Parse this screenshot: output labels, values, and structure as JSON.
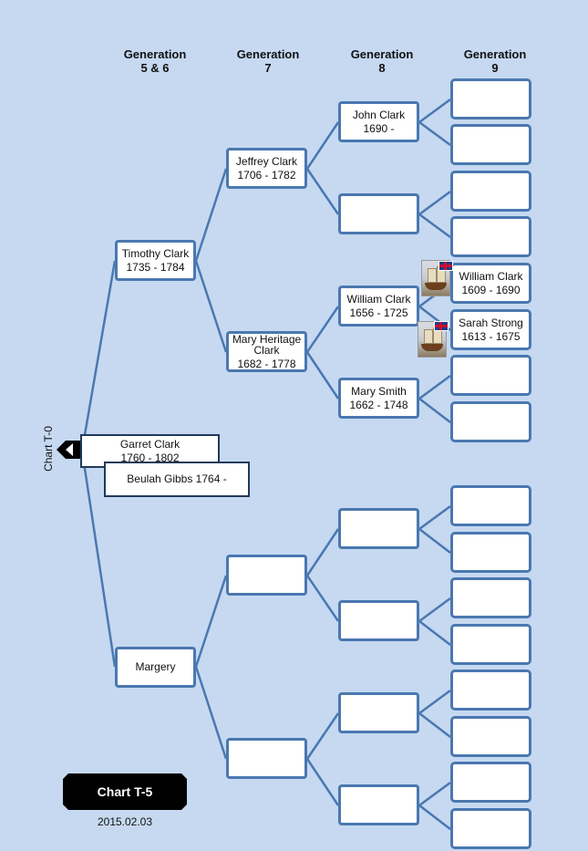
{
  "headers": [
    "Generation\n5 & 6",
    "Generation\n7",
    "Generation\n8",
    "Generation\n9"
  ],
  "root": {
    "name": "Garret  Clark",
    "years": "1760  - 1802"
  },
  "spouse": "Beulah Gibbs 1764 -",
  "side_label": "Chart T-0",
  "gen6": [
    {
      "name": "Timothy Clark",
      "years": "1735 - 1784"
    },
    {
      "name": "Margery",
      "years": ""
    }
  ],
  "gen7": [
    {
      "name": "Jeffrey Clark",
      "years": "1706 - 1782"
    },
    {
      "name": "Mary Heritage Clark",
      "years": "1682 - 1778"
    },
    {
      "name": "",
      "years": ""
    },
    {
      "name": "",
      "years": ""
    }
  ],
  "gen8": [
    {
      "name": "John Clark",
      "years": "1690 -"
    },
    {
      "name": "",
      "years": ""
    },
    {
      "name": "William Clark",
      "years": "1656 - 1725"
    },
    {
      "name": "Mary Smith",
      "years": "1662 - 1748"
    },
    {
      "name": "",
      "years": ""
    },
    {
      "name": "",
      "years": ""
    },
    {
      "name": "",
      "years": ""
    },
    {
      "name": "",
      "years": ""
    }
  ],
  "gen9": [
    {
      "name": "",
      "years": ""
    },
    {
      "name": "",
      "years": ""
    },
    {
      "name": "",
      "years": ""
    },
    {
      "name": "",
      "years": ""
    },
    {
      "name": "William Clark",
      "years": "1609 - 1690"
    },
    {
      "name": "Sarah Strong",
      "years": "1613 - 1675"
    },
    {
      "name": "",
      "years": ""
    },
    {
      "name": "",
      "years": ""
    },
    {
      "name": "",
      "years": ""
    },
    {
      "name": "",
      "years": ""
    },
    {
      "name": "",
      "years": ""
    },
    {
      "name": "",
      "years": ""
    },
    {
      "name": "",
      "years": ""
    },
    {
      "name": "",
      "years": ""
    },
    {
      "name": "",
      "years": ""
    },
    {
      "name": "",
      "years": ""
    }
  ],
  "immigrant_icons": [
    "ship-icon",
    "uk-flag-icon"
  ],
  "chart_title": "Chart T-5",
  "chart_date": "2015.02.03",
  "colors": {
    "background": "#c6d9f1",
    "line": "#4a78b0",
    "box_border": "#4a78b0"
  }
}
